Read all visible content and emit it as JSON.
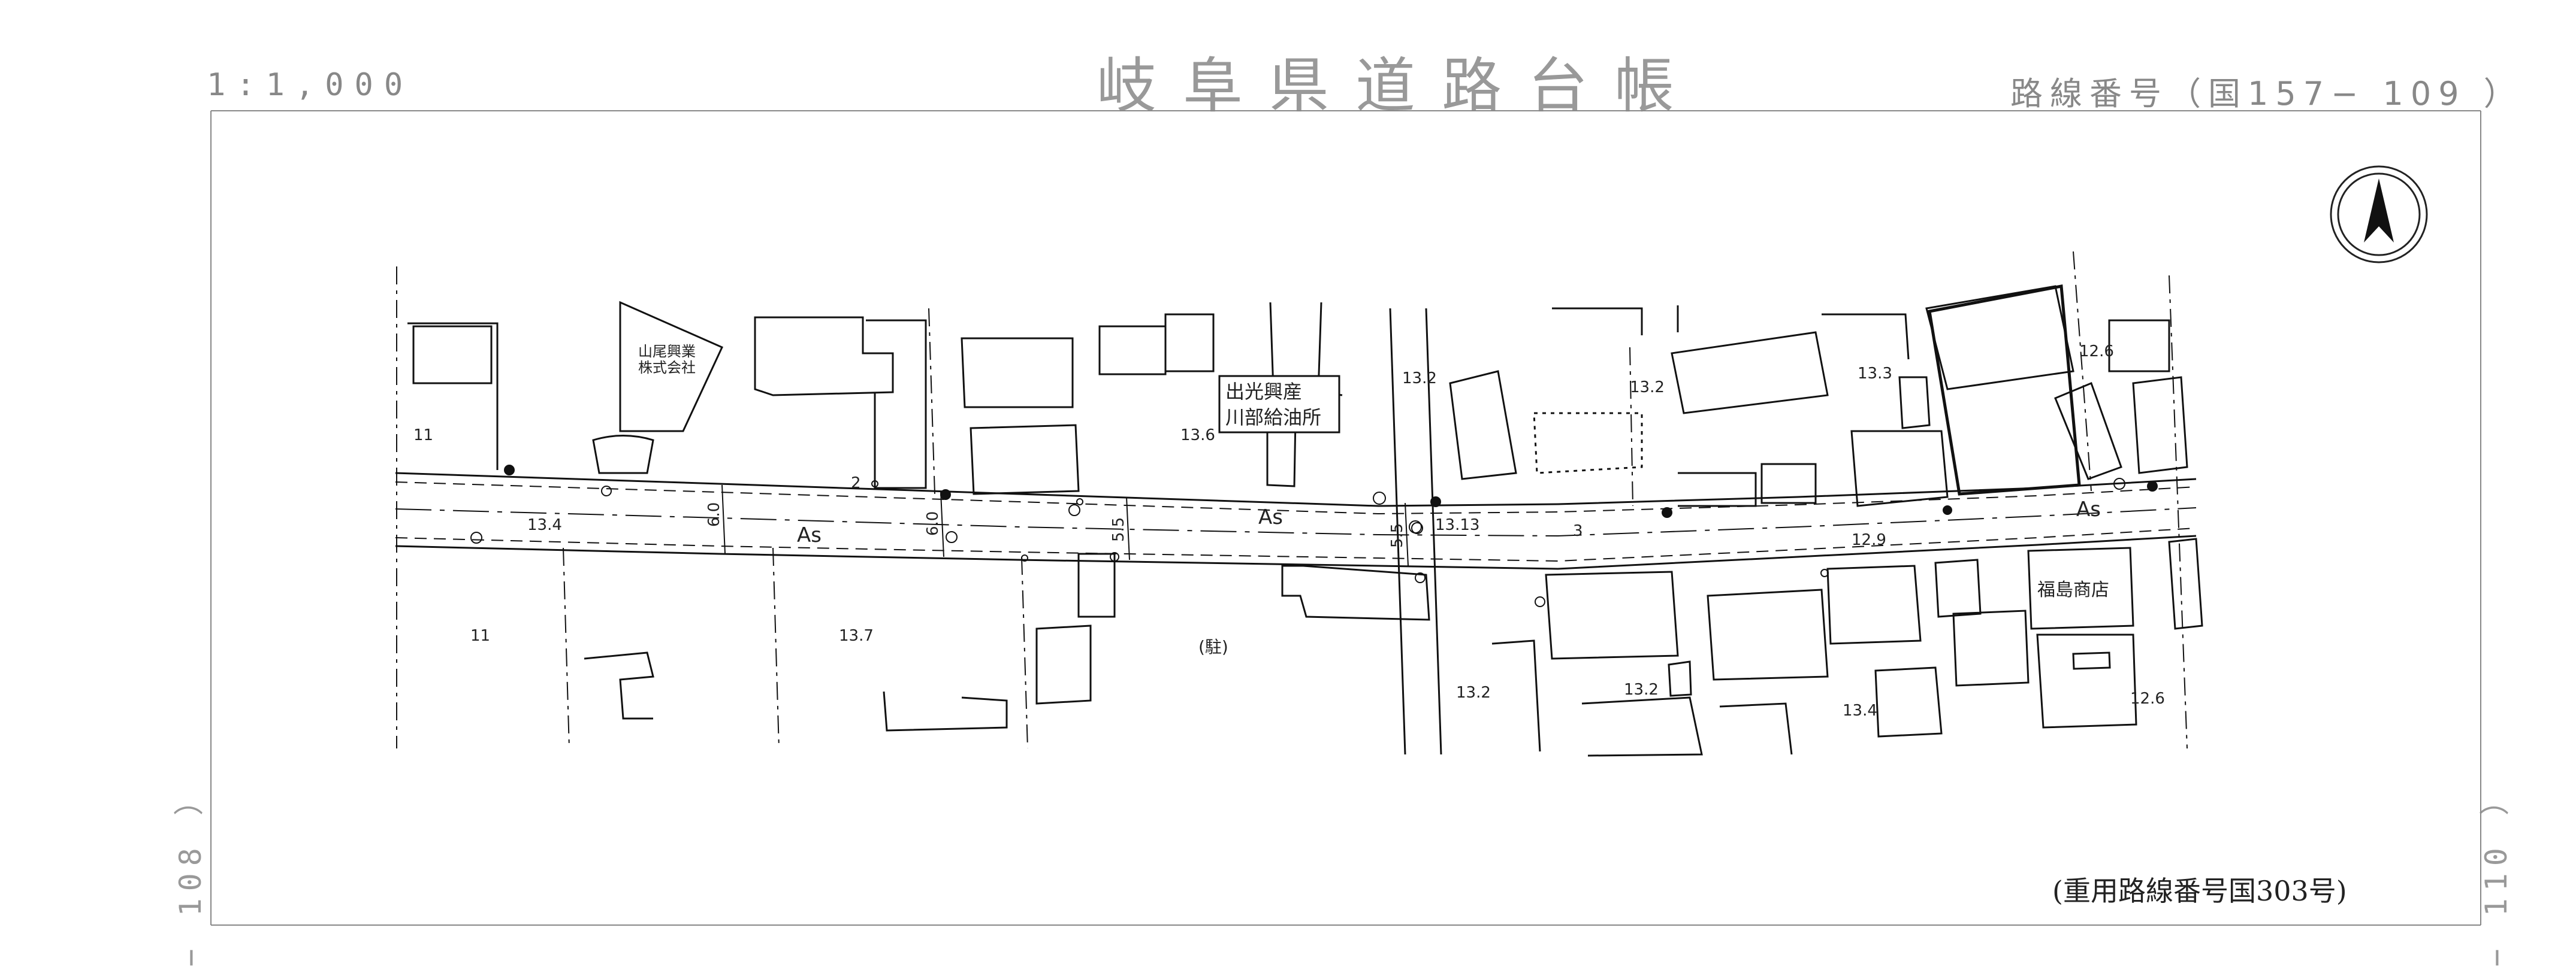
{
  "header": {
    "scale": "1:1,000",
    "title": "岐阜県道路台帳",
    "route_number": "路線番号（国157− 109 ）"
  },
  "margin": {
    "left_code": "− 108 ）",
    "right_code": "− 110 ）",
    "overlap_route": "(重用路線番号国303号)"
  },
  "map": {
    "north_arrow": "north-arrow-icon",
    "labels": {
      "company_1": "山尾興業",
      "company_2": "株式会社",
      "shop_1": "出光興産",
      "shop_2": "川部給油所",
      "shop_3": "福島商店",
      "parking": "(駐)"
    },
    "pavement_labels": [
      "As",
      "As",
      "As"
    ],
    "elevations": [
      "13.4",
      "13.6",
      "13.2",
      "13.13",
      "13.2",
      "13.3",
      "12.6",
      "12.9",
      "13.7",
      "13.2",
      "13.2",
      "13.4",
      "12.6"
    ],
    "widths": [
      "6.0",
      "6.0",
      "5.5",
      "5.5"
    ],
    "parcel_numbers": [
      "11",
      "11",
      "2",
      "3"
    ]
  }
}
